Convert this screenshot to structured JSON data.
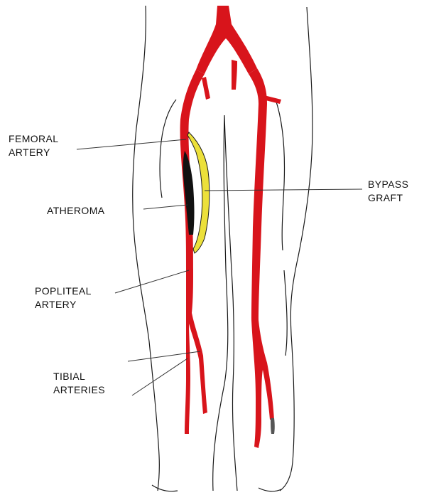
{
  "labels": {
    "femoral_artery": [
      "FEMORAL",
      "ARTERY"
    ],
    "atheroma": [
      "ATHEROMA"
    ],
    "popliteal_artery": [
      "POPLITEAL",
      "ARTERY"
    ],
    "tibial_arteries": [
      "TIBIAL",
      "ARTERIES"
    ],
    "bypass_graft": [
      "BYPASS",
      "GRAFT"
    ]
  },
  "colors": {
    "artery": "#d8141b",
    "graft": "#ece03a",
    "atheroma": "#111111",
    "outline": "#1a1a1a",
    "leader": "#333333"
  }
}
